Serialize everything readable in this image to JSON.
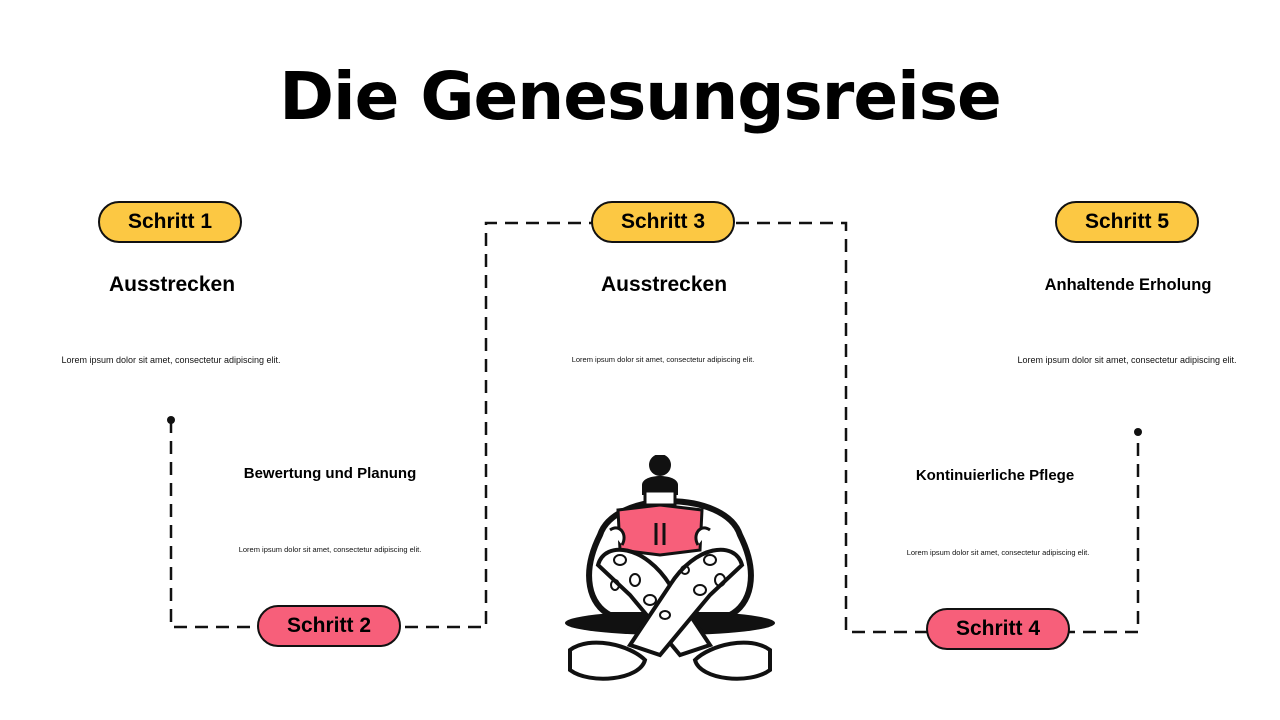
{
  "title": "Die Genesungsreise",
  "colors": {
    "yellow": "#fcc843",
    "pink": "#f75f7a",
    "line": "#111111"
  },
  "steps": [
    {
      "label": "Schritt 1",
      "color": "yellow",
      "heading": "Ausstrecken",
      "description": "Lorem ipsum dolor sit amet, consectetur adipiscing elit."
    },
    {
      "label": "Schritt 2",
      "color": "pink",
      "heading": "Bewertung und Planung",
      "description": "Lorem ipsum dolor sit amet, consectetur adipiscing elit."
    },
    {
      "label": "Schritt 3",
      "color": "yellow",
      "heading": "Ausstrecken",
      "description": "Lorem ipsum dolor sit amet, consectetur adipiscing elit."
    },
    {
      "label": "Schritt 4",
      "color": "pink",
      "heading": "Kontinuierliche Pflege",
      "description": "Lorem ipsum dolor sit amet, consectetur adipiscing elit."
    },
    {
      "label": "Schritt 5",
      "color": "yellow",
      "heading": "Anhaltende Erholung",
      "description": "Lorem ipsum dolor sit amet, consectetur adipiscing elit."
    }
  ],
  "illustration": "person-reading-book-cross-legged"
}
